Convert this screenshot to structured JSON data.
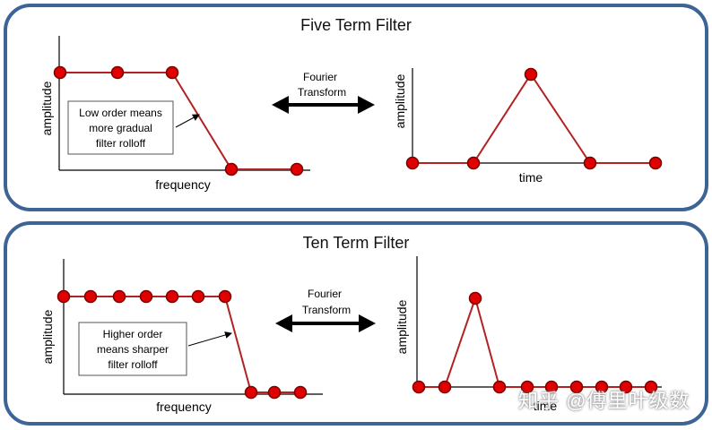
{
  "panels": [
    {
      "title": "Five Term Filter",
      "freq_axis": {
        "xlabel": "frequency",
        "ylabel": "amplitude"
      },
      "time_axis": {
        "xlabel": "time",
        "ylabel": "amplitude"
      },
      "arrow_label": [
        "Fourier",
        "Transform"
      ],
      "callout": [
        "Low order means",
        "more gradual",
        "filter rolloff"
      ]
    },
    {
      "title": "Ten Term Filter",
      "freq_axis": {
        "xlabel": "frequency",
        "ylabel": "amplitude"
      },
      "time_axis": {
        "xlabel": "time",
        "ylabel": "amplitude"
      },
      "arrow_label": [
        "Fourier",
        "Transform"
      ],
      "callout": [
        "Higher order",
        "means sharper",
        "filter rolloff"
      ]
    }
  ],
  "watermark": "知乎 @傅里叶级数",
  "colors": {
    "border": "#3d6494",
    "line": "#b22222",
    "dot_fill": "#e00000",
    "dot_stroke": "#7a0000"
  },
  "chart_data": [
    {
      "type": "line",
      "title": "Five Term Filter",
      "xlabel": "frequency",
      "ylabel": "amplitude",
      "points": [
        [
          0,
          1
        ],
        [
          1,
          1
        ],
        [
          2,
          1
        ],
        [
          3,
          0
        ],
        [
          4,
          0
        ]
      ]
    },
    {
      "type": "line",
      "title": "Five Term Filter",
      "xlabel": "time",
      "ylabel": "amplitude",
      "points": [
        [
          0,
          0
        ],
        [
          1,
          0
        ],
        [
          2,
          1
        ],
        [
          3,
          0
        ],
        [
          4,
          0
        ]
      ]
    },
    {
      "type": "line",
      "title": "Ten Term Filter",
      "xlabel": "frequency",
      "ylabel": "amplitude",
      "points": [
        [
          0,
          1
        ],
        [
          1,
          1
        ],
        [
          2,
          1
        ],
        [
          3,
          1
        ],
        [
          4,
          1
        ],
        [
          5,
          1
        ],
        [
          6,
          1
        ],
        [
          7,
          0
        ],
        [
          8,
          0
        ],
        [
          9,
          0
        ]
      ]
    },
    {
      "type": "line",
      "title": "Ten Term Filter",
      "xlabel": "time",
      "ylabel": "amplitude",
      "points": [
        [
          0,
          0
        ],
        [
          1,
          0
        ],
        [
          2,
          1
        ],
        [
          3,
          0
        ],
        [
          4,
          0
        ],
        [
          5,
          0
        ],
        [
          6,
          0
        ],
        [
          7,
          0
        ],
        [
          8,
          0
        ],
        [
          9,
          0
        ]
      ]
    }
  ]
}
